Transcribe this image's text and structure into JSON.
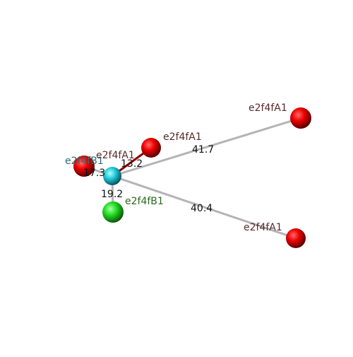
{
  "colors": {
    "oxygen": "#ee0000",
    "center": "#22ccdd",
    "green": "#22dd22",
    "bond_gray": "#b0b0b0",
    "bond_red": "#8b0000"
  },
  "atoms": [
    {
      "id": "center",
      "label": "",
      "color_key": "center"
    },
    {
      "id": "a1",
      "label": "e2f4fA1",
      "color_key": "oxygen"
    },
    {
      "id": "a2",
      "label": "e2f4fA1",
      "color_key": "oxygen"
    },
    {
      "id": "a3",
      "label": "e2f4fA1",
      "color_key": "oxygen"
    },
    {
      "id": "a4",
      "label": "e2f4fA1",
      "color_key": "oxygen"
    },
    {
      "id": "b1",
      "label": "e2f4fB1",
      "color_key": "oxygen"
    },
    {
      "id": "b2",
      "label": "e2f4fB1",
      "color_key": "green"
    }
  ],
  "distances": [
    {
      "to": "a1",
      "label": "41.7"
    },
    {
      "to": "a2",
      "label": "13.2"
    },
    {
      "to": "a4",
      "label": "40.4"
    },
    {
      "to": "b1",
      "label": "17.3"
    },
    {
      "to": "b2",
      "label": "19.2"
    }
  ]
}
